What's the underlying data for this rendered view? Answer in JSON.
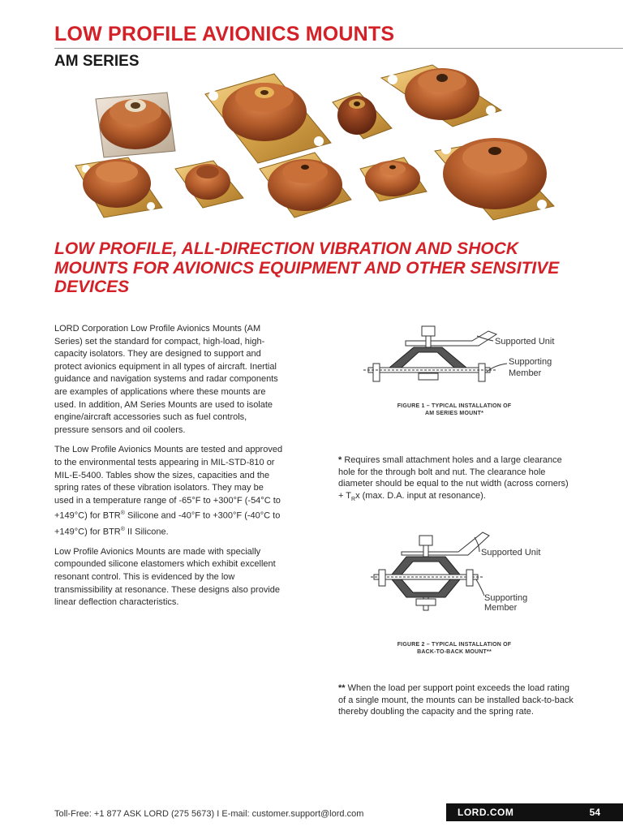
{
  "header": {
    "title": "LOW PROFILE AVIONICS MOUNTS",
    "subtitle": "AM SERIES"
  },
  "photo": {
    "icon": "product-photo-mounts"
  },
  "headline": "LOW PROFILE, ALL-DIRECTION VIBRATION AND SHOCK MOUNTS FOR AVIONICS EQUIPMENT AND OTHER SENSITIVE DEVICES",
  "body": {
    "p1": "LORD Corporation Low Profile Avionics Mounts (AM Series) set the standard for compact, high-load, high-capacity isolators. They are designed to support and protect avionics equipment in all types of aircraft. Inertial guidance and navigation systems and radar components are examples of applications where these mounts are used. In addition, AM Series Mounts are used to isolate engine/aircraft accessories such as fuel controls, pressure sensors and oil coolers.",
    "p2_a": "The Low Profile Avionics Mounts are tested and approved to the environmental tests appearing in MIL-STD-810 or MIL-E-5400. Tables show the sizes, capacities and the spring rates of these vibration isolators. They may be used in a temperature range of -65°F to +300°F (-54°C to +149°C) for BTR",
    "p2_b": " Silicone and -40°F to +300°F (-40°C to +149°C) for BTR",
    "p2_c": " II Silicone.",
    "reg": "®",
    "p3": "Low Profile Avionics Mounts are made with specially compounded silicone elastomers which exhibit excellent resonant control. This is evidenced by the low transmissibility at resonance. These designs also provide linear deflection characteristics."
  },
  "figure1": {
    "label_unit": "Supported Unit",
    "label_member_1": "Supporting",
    "label_member_2": "Member",
    "caption_1": "FIGURE 1 – TYPICAL INSTALLATION OF",
    "caption_2": "AM SERIES MOUNT*"
  },
  "note1": {
    "mark": "*",
    "text_a": " Requires small attachment holes and a large clearance hole for the through bolt and nut. The clearance hole diameter should be equal to the nut width (across corners) + T",
    "sub": "R",
    "text_b": "x (max. D.A. input at resonance)."
  },
  "figure2": {
    "label_unit": "Supported Unit",
    "label_member_1": "Supporting",
    "label_member_2": "Member",
    "caption_1": "FIGURE 2 – TYPICAL INSTALLATION OF",
    "caption_2": "BACK-TO-BACK MOUNT**"
  },
  "note2": {
    "mark": "**",
    "text": " When the load per support point exceeds the load rating of a single mount, the mounts can be installed back-to-back thereby doubling the capacity and the spring rate."
  },
  "footer": {
    "contact": "Toll-Free: +1 877 ASK LORD (275 5673)  I  E-mail: customer.support@lord.com",
    "site": "LORD.COM",
    "page": "54"
  },
  "colors": {
    "accent": "#d32127",
    "rubber": "#b05a2c",
    "plate": "#d9a94a"
  }
}
